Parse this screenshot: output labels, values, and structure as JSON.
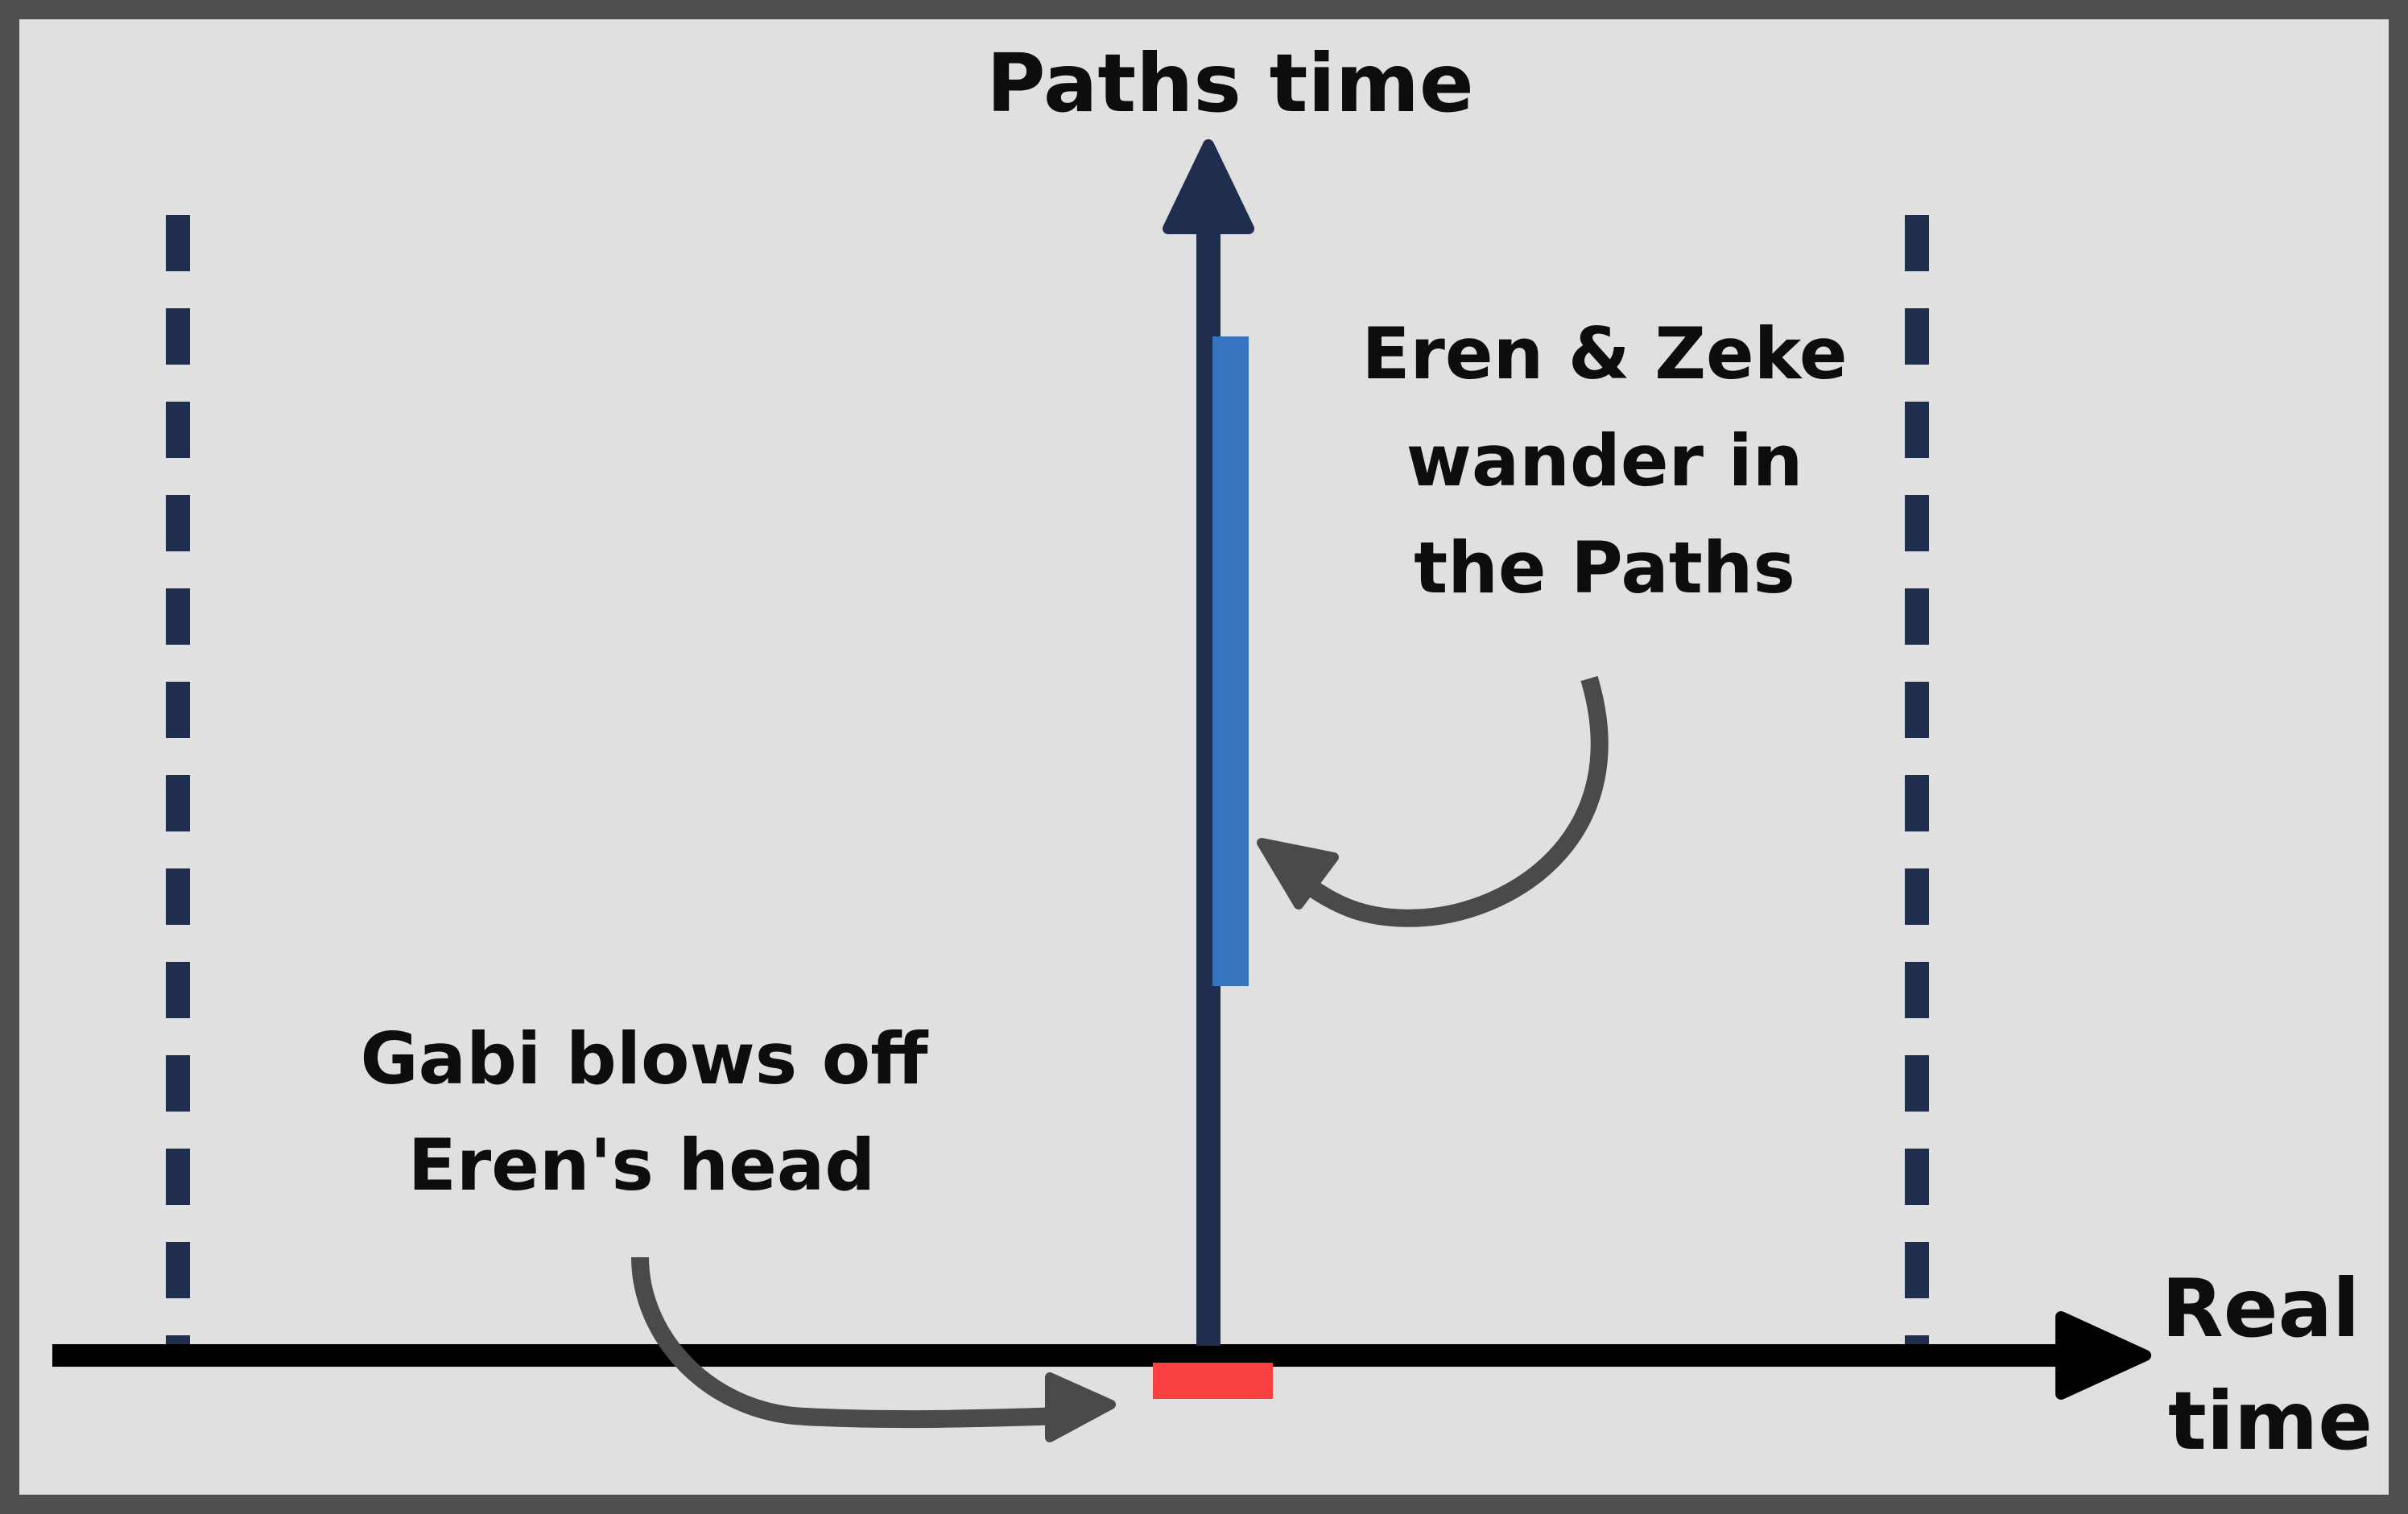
{
  "axes": {
    "y_label": "Paths time",
    "x_label_line1": "Real",
    "x_label_line2": "time"
  },
  "annotations": {
    "paths": {
      "line1": "Eren & Zeke",
      "line2": "wander in",
      "line3": "the Paths"
    },
    "gabi": {
      "line1": "Gabi blows off",
      "line2": "Eren's head"
    }
  },
  "colors": {
    "background": "#e0e0e0",
    "frame": "#505050",
    "axis_vertical": "#1f2d4e",
    "axis_horizontal": "#000000",
    "dashed_lines": "#1f2d4e",
    "paths_segment": "#3674bf",
    "real_time_marker": "#fa3f3f",
    "curved_arrows": "#4a4a4a"
  }
}
